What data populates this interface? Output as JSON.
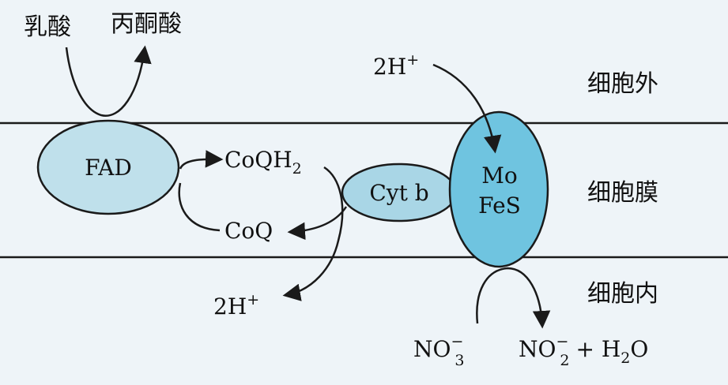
{
  "labels": {
    "lactate": "乳酸",
    "pyruvate": "丙酮酸",
    "outside": "细胞外",
    "membrane": "细胞膜",
    "inside": "细胞内",
    "fad": "FAD",
    "coqh2_base": "CoQH",
    "coqh2_sub": "2",
    "coq": "CoQ",
    "cytb": "Cyt b",
    "mo": "Mo",
    "fes": "FeS",
    "proton_top_base": "2H",
    "proton_top_sup": "+",
    "proton_bottom_base": "2H",
    "proton_bottom_sup": "+",
    "nitrate_base": "NO",
    "nitrate_sub": "3",
    "nitrate_sup": "−",
    "nitrite_base": "NO",
    "nitrite_sub": "2",
    "nitrite_sup": "−",
    "water_plus": "+ H",
    "water_sub": "2",
    "water_tail": "O"
  },
  "colors": {
    "background": "#eef4f8",
    "fad_fill": "#bfe0eb",
    "cytb_fill": "#a9d6e6",
    "mofes_fill": "#6fc4e0",
    "stroke": "#1a1a1a"
  }
}
